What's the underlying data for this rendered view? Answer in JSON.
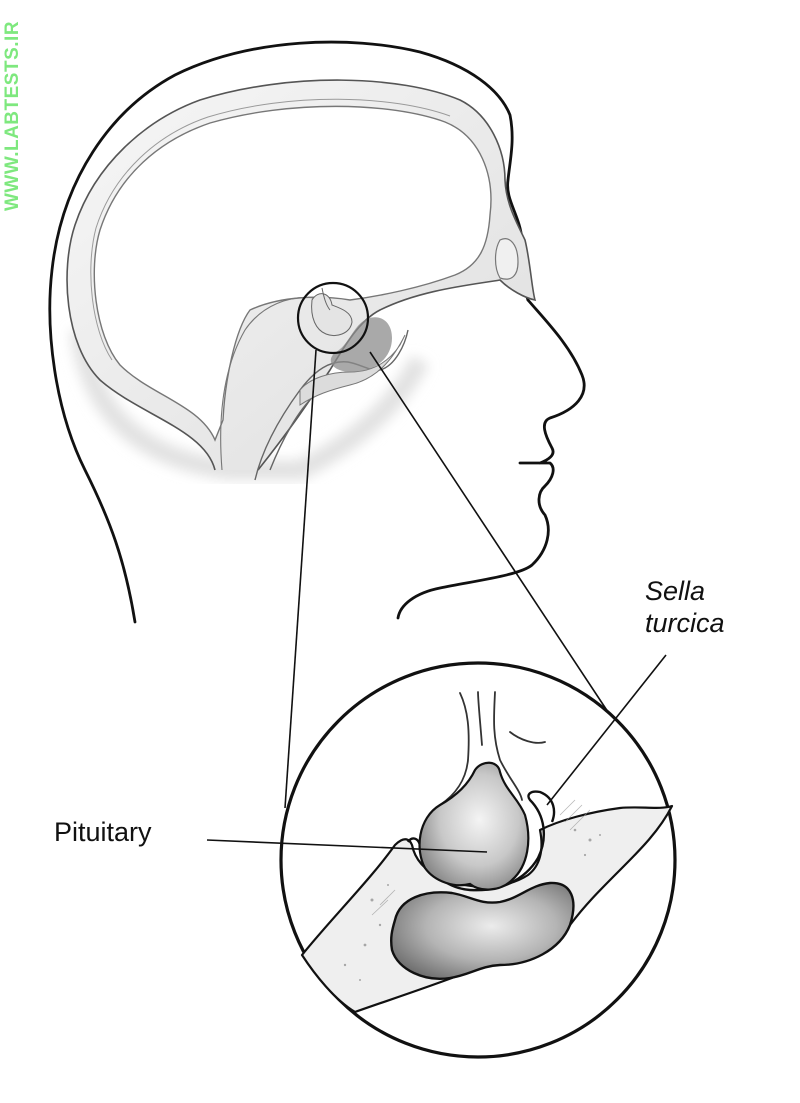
{
  "watermark": {
    "text": "WWW.LABTESTS.IR",
    "color": "#7ee87e"
  },
  "figure": {
    "subject": "Sagittal head profile with magnified inset of sella turcica",
    "labels": {
      "sella_turcica_line1": "Sella",
      "sella_turcica_line2": "turcica",
      "pituitary": "Pituitary"
    },
    "colors": {
      "ink": "#111111",
      "shading": "#9a9a9a",
      "background": "#ffffff"
    }
  }
}
